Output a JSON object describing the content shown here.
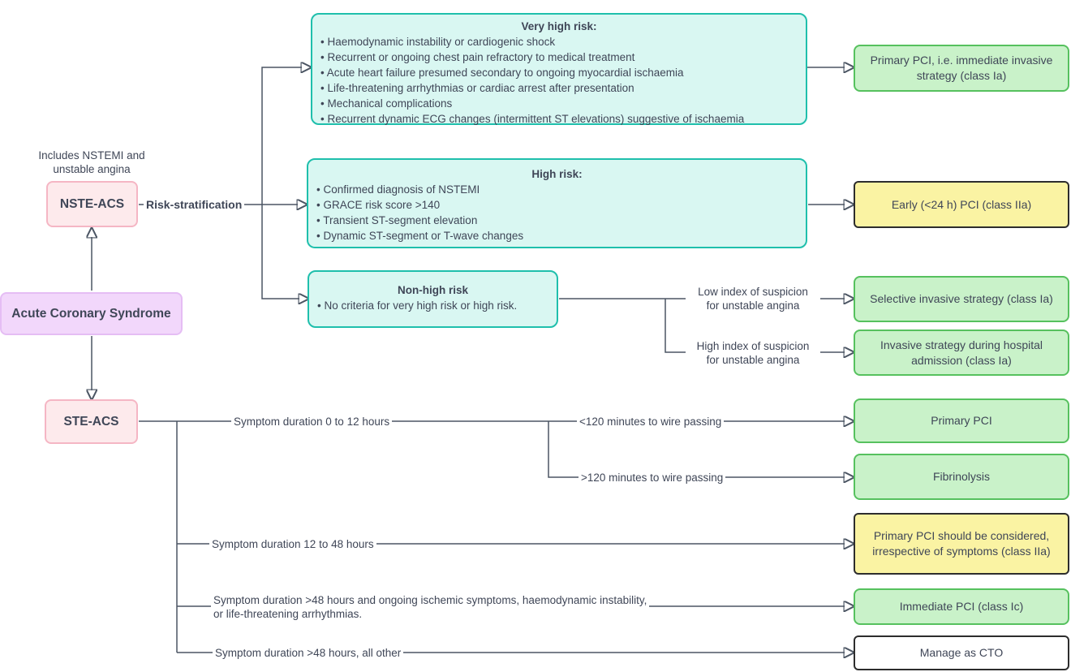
{
  "diagram": {
    "note": {
      "line1": "Includes NSTEMI and",
      "line2": "unstable angina"
    },
    "nodes": {
      "acs": {
        "label": "Acute Coronary Syndrome"
      },
      "nste_acs": {
        "label": "NSTE-ACS"
      },
      "ste_acs": {
        "label": "STE-ACS"
      },
      "very_high_risk": {
        "title": "Very high risk:",
        "bullets": [
          "• Haemodynamic instability or cardiogenic shock",
          "• Recurrent or ongoing chest pain refractory to medical treatment",
          "• Acute heart failure presumed secondary to ongoing myocardial ischaemia",
          "• Life-threatening arrhythmias or cardiac arrest after presentation",
          "• Mechanical complications",
          "• Recurrent dynamic ECG changes (intermittent ST elevations) suggestive of ischaemia"
        ]
      },
      "high_risk": {
        "title": "High risk:",
        "bullets": [
          "• Confirmed diagnosis of NSTEMI",
          "• GRACE risk score >140",
          "• Transient ST-segment elevation",
          "• Dynamic ST-segment or T-wave changes"
        ]
      },
      "non_high_risk": {
        "title": "Non-high risk",
        "bullets": [
          "• No criteria for very high risk or high risk."
        ]
      }
    },
    "outcomes": {
      "primary_pci_immediate": {
        "label": "Primary PCI, i.e. immediate invasive strategy (class Ia)",
        "type": "green"
      },
      "early_pci": {
        "label": "Early (<24 h) PCI (class IIa)",
        "type": "yellow"
      },
      "selective_invasive": {
        "label": "Selective invasive strategy (class Ia)",
        "type": "green"
      },
      "invasive_hospital": {
        "label": "Invasive strategy during hospital admission (class Ia)",
        "type": "green"
      },
      "primary_pci": {
        "label": "Primary PCI",
        "type": "green"
      },
      "fibrinolysis": {
        "label": "Fibrinolysis",
        "type": "green"
      },
      "pci_considered": {
        "label": "Primary PCI should be considered, irrespective of symptoms (class IIa)",
        "type": "yellow"
      },
      "immediate_pci": {
        "label": "Immediate PCI (class Ic)",
        "type": "green"
      },
      "manage_cto": {
        "label": "Manage as CTO",
        "type": "white"
      }
    },
    "edge_labels": {
      "risk_stratification": "Risk-stratification",
      "low_index": {
        "line1": "Low index of suspicion",
        "line2": "for unstable angina"
      },
      "high_index": {
        "line1": "High index of suspicion",
        "line2": "for unstable angina"
      },
      "sd_0_12": "Symptom duration 0 to 12 hours",
      "lt_120": "<120 minutes to wire passing",
      "gt_120": ">120 minutes to wire passing",
      "sd_12_48": "Symptom duration 12 to 48 hours",
      "sd_gt48_ongoing": {
        "line1": "Symptom duration >48 hours and ongoing ischemic symptoms, haemodynamic instability,",
        "line2": "or life-threatening arrhythmias."
      },
      "sd_gt48_other": "Symptom duration >48 hours, all other"
    },
    "colors": {
      "teal_fill": "#d9f7f2",
      "teal_border": "#1fbfac",
      "green_fill": "#c9f2c9",
      "green_border": "#56c15e",
      "yellow_fill": "#faf3a3",
      "dark_border": "#2d2d2d",
      "pink_fill": "#fdeaec",
      "pink_border": "#f5b6c4",
      "purple_fill": "#f2d7fb",
      "purple_border": "#e5bdf4",
      "line_color": "#4b5563",
      "text_color": "#3f4657"
    }
  }
}
